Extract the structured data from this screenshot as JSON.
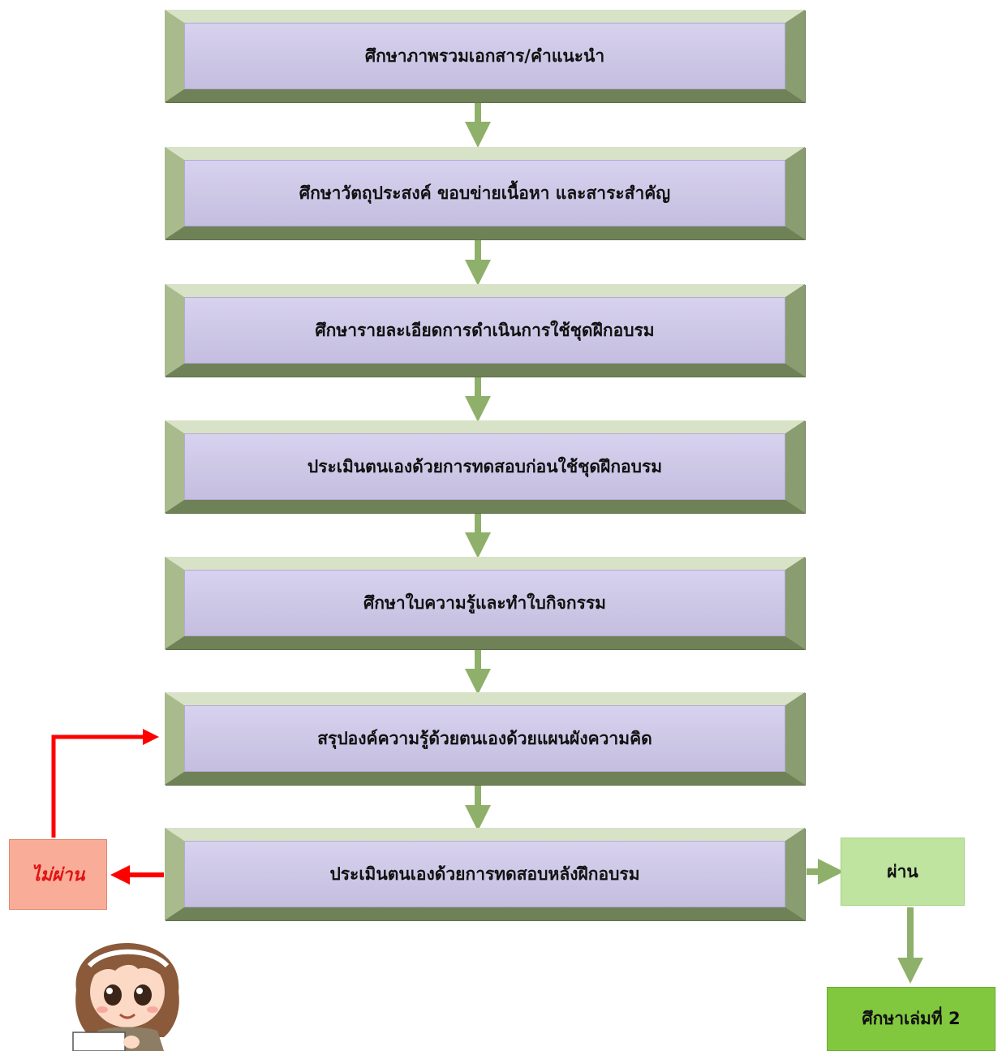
{
  "steps": [
    {
      "label": "ศึกษาภาพรวมเอกสาร/คำแนะนำ"
    },
    {
      "label": "ศึกษาวัตถุประสงค์ ขอบข่ายเนื้อหา และสาระสำคัญ"
    },
    {
      "label": "ศึกษารายละเอียดการดำเนินการใช้ชุดฝึกอบรม"
    },
    {
      "label": "ประเมินตนเองด้วยการทดสอบก่อนใช้ชุดฝึกอบรม"
    },
    {
      "label": "ศึกษาใบความรู้และทำใบกิจกรรม"
    },
    {
      "label": "สรุปองค์ความรู้ด้วยตนเองด้วยแผนผังความคิด"
    },
    {
      "label": "ประเมินตนเองด้วยการทดสอบหลังฝึกอบรม"
    }
  ],
  "outcomes": {
    "fail": "ไม่ผ่าน",
    "pass": "ผ่าน",
    "next": "ศึกษาเล่มที่ 2"
  },
  "colors": {
    "step_fill": "#c9c3e3",
    "step_bevel": "#8a9d70",
    "flow_arrow": "#8fb06a",
    "fail_arrow": "#ff0000",
    "fail_fill": "#f9ad98",
    "pass_fill": "#bfe4a0",
    "next_fill": "#82c83f"
  }
}
